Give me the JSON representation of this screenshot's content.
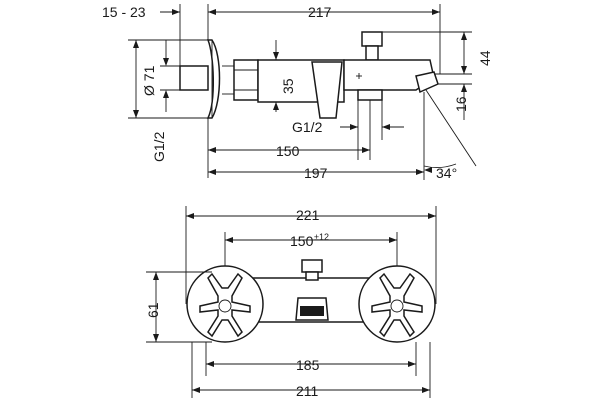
{
  "dims": {
    "offset": "15 - 23",
    "length_top": "217",
    "dia": "Ø 71",
    "body_h": "35",
    "h44": "44",
    "h16": "16",
    "thread_left": "G1/2",
    "thread_mid": "G1/2",
    "len150": "150",
    "len197": "197",
    "angle": "34°",
    "w221": "221",
    "c150": "150",
    "c150_tol": "±12",
    "h61": "61",
    "w185": "185",
    "w211": "211"
  },
  "colors": {
    "line": "#1a1a1a",
    "background": "#ffffff"
  }
}
